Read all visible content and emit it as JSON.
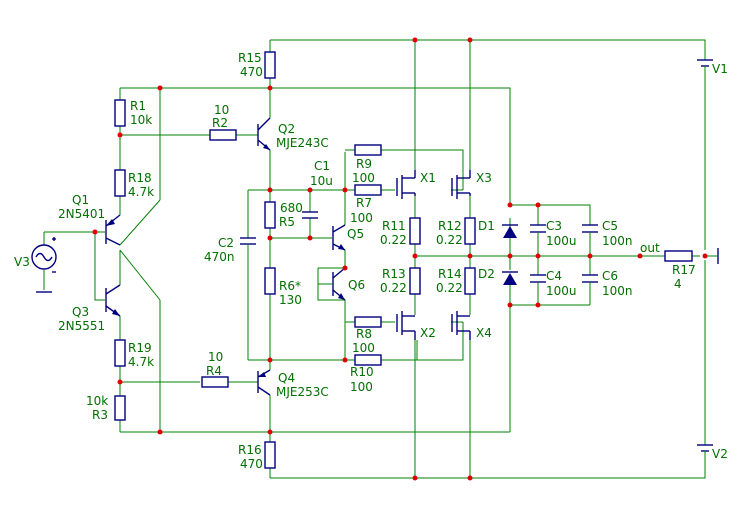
{
  "labels": {
    "R15": "R15",
    "R15v": "470",
    "R1": "R1",
    "R1v": "10k",
    "R2v": "10",
    "R2": "R2",
    "Q2": "Q2",
    "Q2t": "MJE243C",
    "R18": "R18",
    "R18v": "4.7k",
    "Q1": "Q1",
    "Q1t": "2N5401",
    "C1": "C1",
    "C1v": "10u",
    "R9": "R9",
    "R9v": "100",
    "X1": "X1",
    "X3": "X3",
    "R5v": "680",
    "R5": "R5",
    "R7": "R7",
    "R7v": "100",
    "C2": "C2",
    "C2v": "470n",
    "Q5": "Q5",
    "R11": "R11",
    "R11v": "0.22",
    "R12": "R12",
    "R12v": "0.22",
    "D1": "D1",
    "C3": "C3",
    "C3v": "100u",
    "C5": "C5",
    "C5v": "100n",
    "V3": "V3",
    "out": "out",
    "R17": "R17",
    "R17v": "4",
    "R6": "R6*",
    "R6v": "130",
    "Q6": "Q6",
    "R13": "R13",
    "R13v": "0.22",
    "R14": "R14",
    "R14v": "0.22",
    "D2": "D2",
    "C4": "C4",
    "C4v": "100u",
    "C6": "C6",
    "C6v": "100n",
    "Q3": "Q3",
    "Q3t": "2N5551",
    "R8": "R8",
    "R8v": "100",
    "X2": "X2",
    "X4": "X4",
    "R19": "R19",
    "R19v": "4.7k",
    "R10": "R10",
    "R10v": "100",
    "R4v": "10",
    "R4": "R4",
    "Q4": "Q4",
    "Q4t": "MJE253C",
    "R3v": "10k",
    "R3": "R3",
    "R16": "R16",
    "R16v": "470",
    "V1": "V1",
    "V2": "V2"
  },
  "colors": {
    "wire": "#008000",
    "component": "#000080",
    "label": "#007000",
    "junction": "#e00000"
  }
}
